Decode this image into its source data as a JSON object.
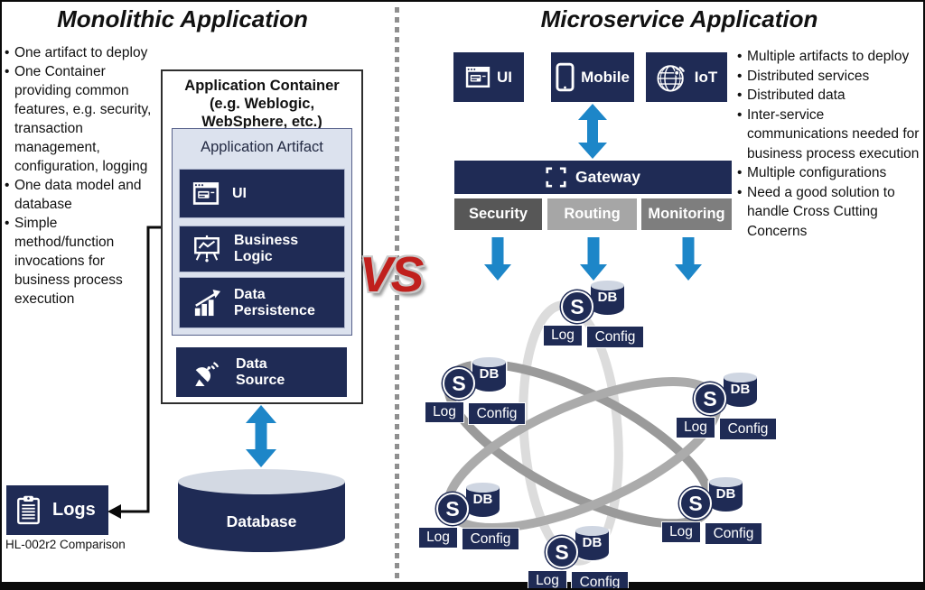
{
  "left": {
    "title": "Monolithic Application",
    "bullets": [
      "One artifact to deploy",
      "One Container providing common features, e.g. security, transaction management, configuration, logging",
      "One data model and database",
      "Simple method/function invocations for business process execution"
    ],
    "container": {
      "title_lines": [
        "Application Container",
        "(e.g. Weblogic,",
        "WebSphere, etc.)"
      ],
      "artifact": {
        "title": "Application Artifact",
        "rows": [
          {
            "icon": "browser-window-icon",
            "label": "UI"
          },
          {
            "icon": "presentation-chart-icon",
            "label": "Business Logic"
          },
          {
            "icon": "bar-chart-arrow-icon",
            "label": "Data Persistence"
          }
        ]
      },
      "data_source_label": "Data Source"
    },
    "database_label": "Database",
    "logs_label": "Logs",
    "caption": "HL-002r2 Comparison"
  },
  "center": {
    "vs": "VS"
  },
  "right": {
    "title": "Microservice Application",
    "bullets": [
      "Multiple artifacts to deploy",
      "Distributed services",
      "Distributed data",
      "Inter-service communications needed for business process execution",
      "Multiple configurations",
      "Need a good solution to handle Cross Cutting Concerns"
    ],
    "clients": [
      {
        "icon": "browser-window-icon",
        "label": "UI"
      },
      {
        "icon": "mobile-device-icon",
        "label": "Mobile"
      },
      {
        "icon": "globe-signal-icon",
        "label": "IoT"
      }
    ],
    "gateway_label": "Gateway",
    "cross_cutting": [
      {
        "label": "Security",
        "color": "#575757"
      },
      {
        "label": "Routing",
        "color": "#a6a6a6"
      },
      {
        "label": "Monitoring",
        "color": "#7e7e7e"
      }
    ],
    "node": {
      "service": "S",
      "db": "DB",
      "log": "Log",
      "config": "Config"
    }
  },
  "colors": {
    "navy": "#1f2b55",
    "artifact_bg": "#dce2ee",
    "arrow_blue": "#1d86c8",
    "vs_red": "#c0201d",
    "orbit_light": "#dcdcdc",
    "orbit_medium": "#ababab",
    "orbit_dark": "#9a9a9a"
  }
}
